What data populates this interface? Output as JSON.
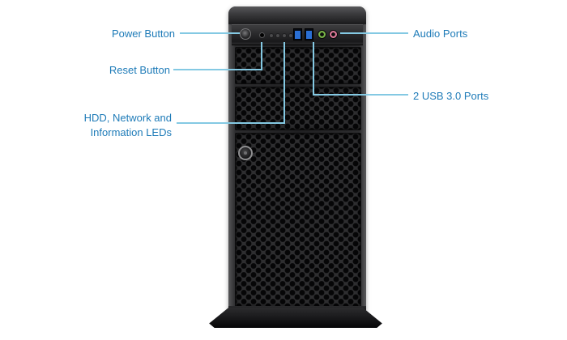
{
  "diagram": {
    "callouts": {
      "power_button": "Power Button",
      "reset_button": "Reset Button",
      "hdd_leds": "HDD, Network and Information LEDs",
      "audio_ports": "Audio Ports",
      "usb_ports": "2 USB 3.0 Ports"
    },
    "colors": {
      "label_text": "#1e7bb8",
      "callout_line": "#84c9e3",
      "chassis_body": "#202022",
      "mesh_hole": "#060607",
      "usb_port_blue": "#2a6fd4",
      "audio_lineout_green": "#7ab648",
      "audio_mic_pink": "#e07a9a"
    }
  }
}
